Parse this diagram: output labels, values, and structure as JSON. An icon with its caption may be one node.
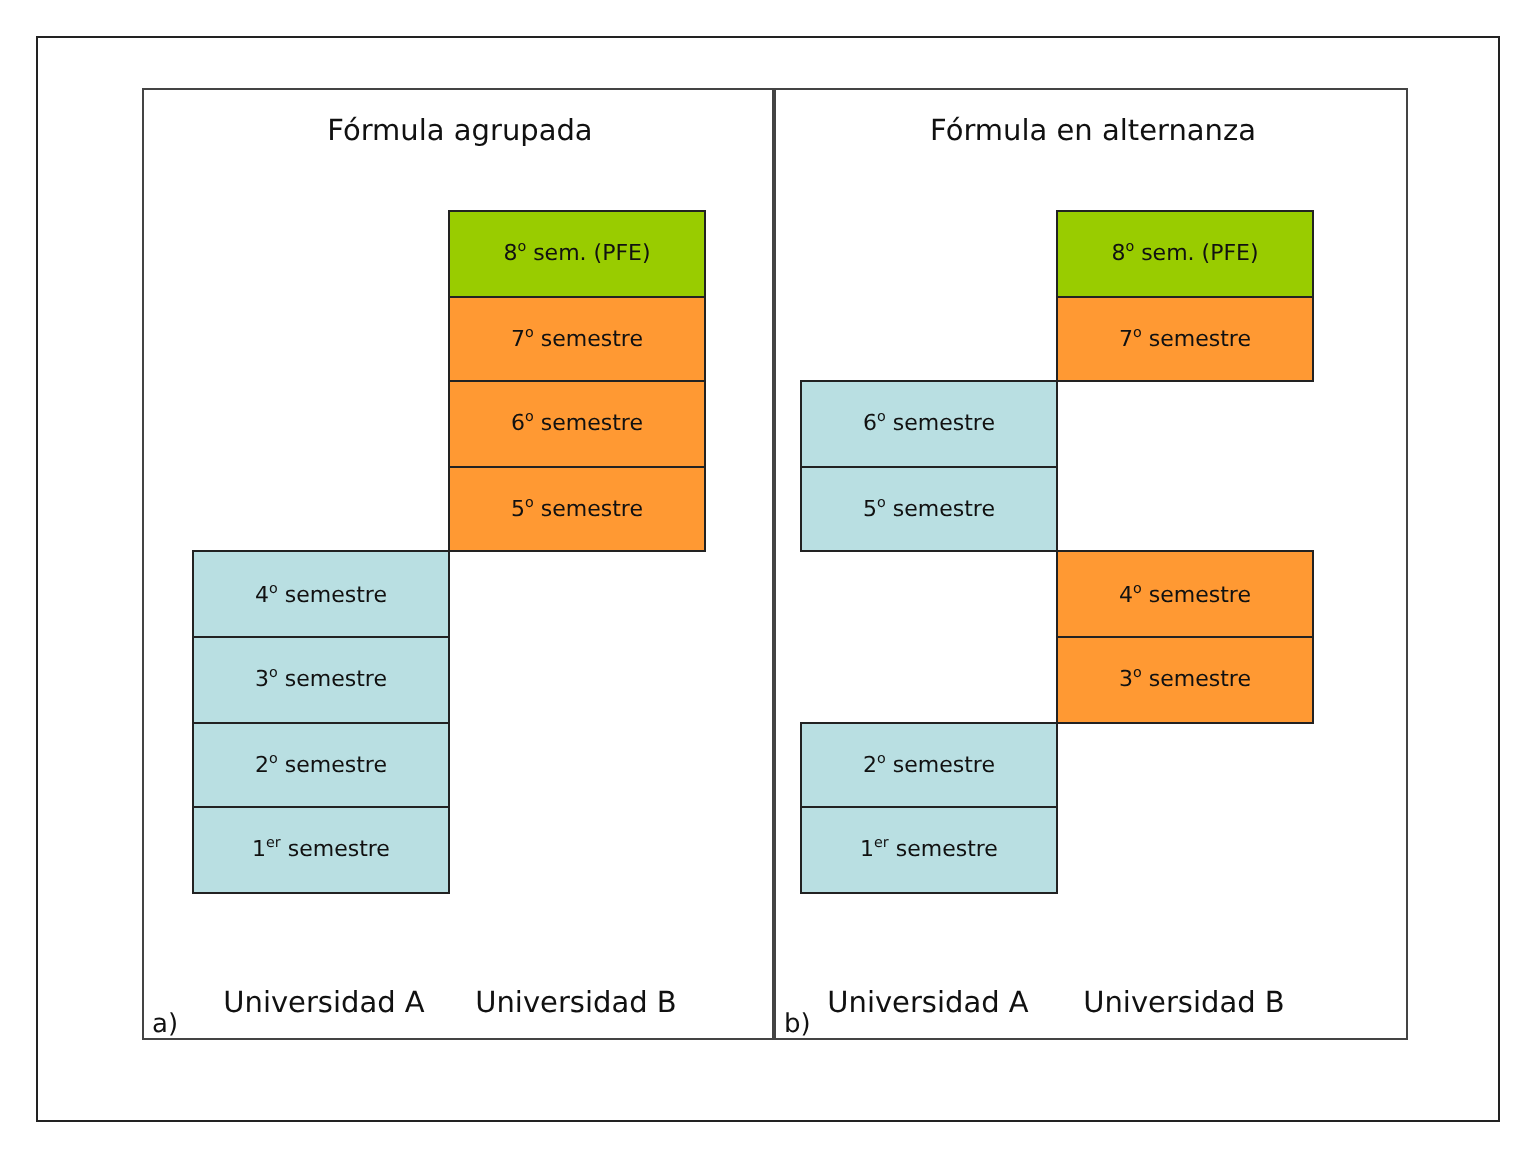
{
  "diagram": {
    "nodes": [
      {
        "text": [
          "Fórmula agrupada",
          "a)",
          "Universidad A",
          "Universidad B"
        ]
      },
      {
        "text": [
          "8$^{o}$ sem. (PFE)"
        ],
        "in": 0
      },
      {
        "text": [
          "7$^{o}$ semestre"
        ],
        "in": 0
      },
      {
        "text": [
          "6$^{o}$ semestre"
        ],
        "in": 0
      },
      {
        "text": [
          "5$^{o}$ semestre"
        ],
        "in": 0
      },
      {
        "text": [
          "4$^{o}$ semestre"
        ],
        "in": 0
      },
      {
        "text": [
          "3$^{o}$ semestre"
        ],
        "in": 0
      },
      {
        "text": [
          "2$^{o}$ semestre"
        ],
        "in": 0
      },
      {
        "text": [
          "1$^{er}$ semestre"
        ],
        "in": 0
      },
      {
        "text": [
          "Fórmula en alternanza",
          "b)",
          "Universidad A",
          "Universidad B"
        ]
      },
      {
        "text": [
          "8$^{o}$ sem. (PFE)"
        ],
        "in": 9
      },
      {
        "text": [
          "7$^{o}$ semestre"
        ],
        "in": 9
      },
      {
        "text": [
          "6$^{o}$ semestre"
        ],
        "in": 9
      },
      {
        "text": [
          "5$^{o}$ semestre"
        ],
        "in": 9
      },
      {
        "text": [
          "4$^{o}$ semestre"
        ],
        "in": 9
      },
      {
        "text": [
          "3$^{o}$ semestre"
        ],
        "in": 9
      },
      {
        "text": [
          "2$^{o}$ semestre"
        ],
        "in": 9
      },
      {
        "text": [
          "1$^{er}$ semestre"
        ],
        "in": 9
      }
    ]
  }
}
